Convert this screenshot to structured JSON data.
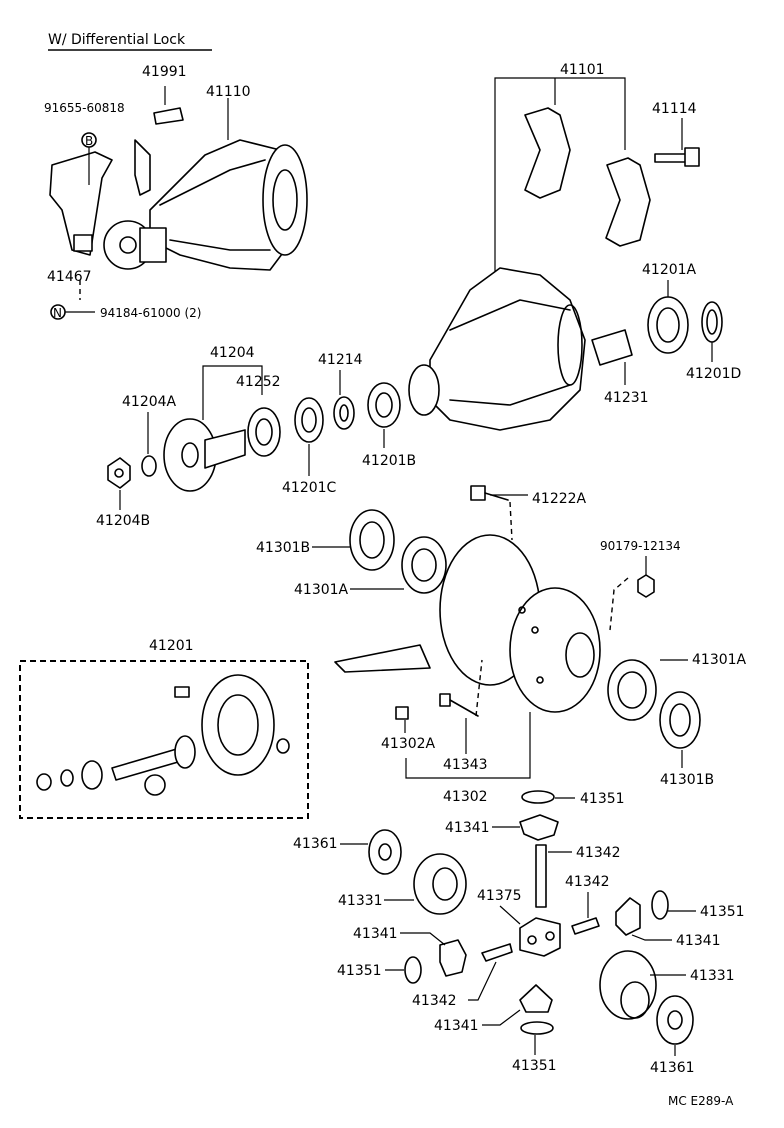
{
  "title": "W/ Differential Lock",
  "footer_code": "MC  E289-A",
  "symbols": {
    "bolt_symbol": "B",
    "nut_symbol": "N"
  },
  "labels": {
    "p41991": "41991",
    "p41110": "41110",
    "p9165560818": "91655-60818",
    "p41467": "41467",
    "p9418461000": "94184-61000 (2)",
    "p41101": "41101",
    "p41114": "41114",
    "p41201A_top": "41201A",
    "p41201D": "41201D",
    "p41231": "41231",
    "p41204": "41204",
    "p41252": "41252",
    "p41214": "41214",
    "p41204A": "41204A",
    "p41204B": "41204B",
    "p41201C": "41201C",
    "p41201B": "41201B",
    "p41222A": "41222A",
    "p9017912134": "90179-12134",
    "p41301B_left": "41301B",
    "p41301A_left": "41301A",
    "p41301A_right": "41301A",
    "p41301B_right": "41301B",
    "p41201": "41201",
    "p41302A": "41302A",
    "p41343": "41343",
    "p41302": "41302",
    "p41351_top": "41351",
    "p41341_top": "41341",
    "p41361_left": "41361",
    "p41342_top": "41342",
    "p41331_left": "41331",
    "p41375": "41375",
    "p41342_mid": "41342",
    "p41351_right": "41351",
    "p41341_left": "41341",
    "p41341_right": "41341",
    "p41351_left": "41351",
    "p41331_right": "41331",
    "p41342_bottom": "41342",
    "p41341_bottom": "41341",
    "p41351_bottom": "41351",
    "p41361_right": "41361"
  }
}
